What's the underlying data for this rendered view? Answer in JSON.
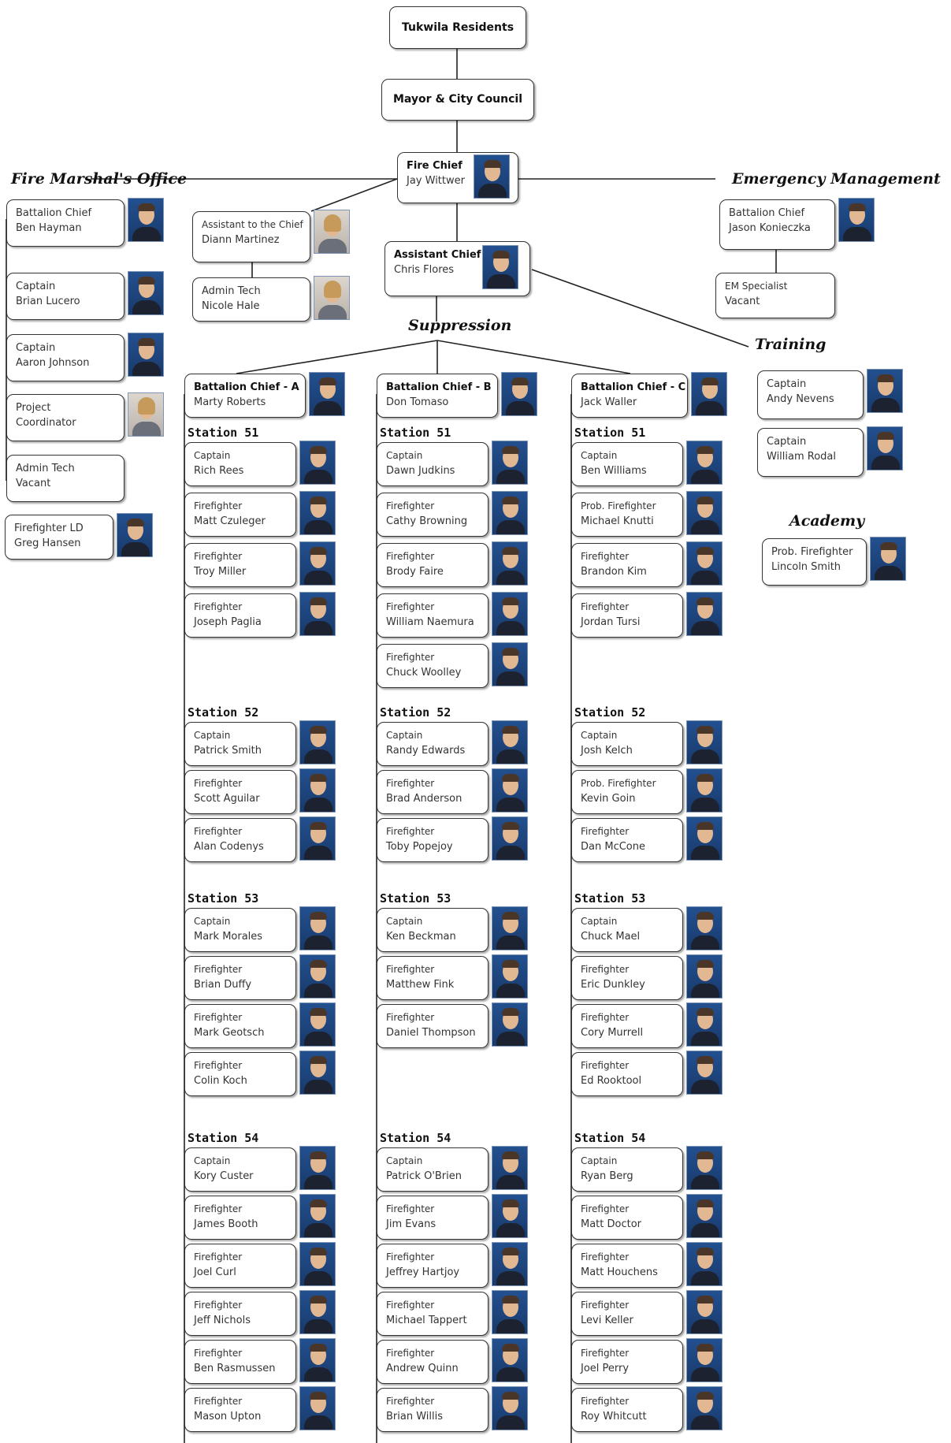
{
  "top": {
    "residents": "Tukwila Residents",
    "council": "Mayor & City Council",
    "chief": {
      "title": "Fire Chief",
      "name": "Jay Wittwer"
    },
    "assistant_to_chief": {
      "title": "Assistant to the Chief",
      "name": "Diann Martinez"
    },
    "admin_tech": {
      "title": "Admin Tech",
      "name": "Nicole Hale"
    },
    "assistant_chief": {
      "title": "Assistant Chief",
      "name": "Chris Flores"
    }
  },
  "sections": {
    "fire_marshal": "Fire Marshal's Office",
    "emergency_management": "Emergency Management",
    "suppression": "Suppression",
    "training": "Training",
    "academy": "Academy"
  },
  "fire_marshal": [
    {
      "title": "Battalion Chief",
      "name": "Ben Hayman"
    },
    {
      "title": "Captain",
      "name": "Brian Lucero"
    },
    {
      "title": "Captain",
      "name": "Aaron Johnson"
    },
    {
      "title": "Project",
      "name": "Coordinator"
    },
    {
      "title": "Admin Tech",
      "name": "Vacant"
    },
    {
      "title": "Firefighter LD",
      "name": "Greg Hansen"
    }
  ],
  "emergency_management": [
    {
      "title": "Battalion Chief",
      "name": "Jason Konieczka"
    },
    {
      "title": "EM Specialist",
      "name": "Vacant"
    }
  ],
  "training": [
    {
      "title": "Captain",
      "name": "Andy Nevens"
    },
    {
      "title": "Captain",
      "name": "William Rodal"
    }
  ],
  "academy": [
    {
      "title": "Prob. Firefighter",
      "name": "Lincoln Smith"
    }
  ],
  "station_labels": [
    "Station 51",
    "Station 52",
    "Station 53",
    "Station 54"
  ],
  "battalions": [
    {
      "chief": {
        "title": "Battalion Chief - A",
        "name": "Marty Roberts"
      },
      "stations": [
        [
          {
            "title": "Captain",
            "name": "Rich Rees"
          },
          {
            "title": "Firefighter",
            "name": "Matt Czuleger"
          },
          {
            "title": "Firefighter",
            "name": "Troy Miller"
          },
          {
            "title": "Firefighter",
            "name": "Joseph Paglia"
          }
        ],
        [
          {
            "title": "Captain",
            "name": "Patrick Smith"
          },
          {
            "title": "Firefighter",
            "name": "Scott Aguilar"
          },
          {
            "title": "Firefighter",
            "name": "Alan Codenys"
          }
        ],
        [
          {
            "title": "Captain",
            "name": "Mark Morales"
          },
          {
            "title": "Firefighter",
            "name": "Brian Duffy"
          },
          {
            "title": "Firefighter",
            "name": "Mark Geotsch"
          },
          {
            "title": "Firefighter",
            "name": "Colin Koch"
          }
        ],
        [
          {
            "title": "Captain",
            "name": "Kory Custer"
          },
          {
            "title": "Firefighter",
            "name": "James Booth"
          },
          {
            "title": "Firefighter",
            "name": "Joel Curl"
          },
          {
            "title": "Firefighter",
            "name": "Jeff Nichols"
          },
          {
            "title": "Firefighter",
            "name": "Ben Rasmussen"
          },
          {
            "title": "Firefighter",
            "name": "Mason Upton"
          }
        ]
      ]
    },
    {
      "chief": {
        "title": "Battalion Chief - B",
        "name": "Don Tomaso"
      },
      "stations": [
        [
          {
            "title": "Captain",
            "name": "Dawn Judkins"
          },
          {
            "title": "Firefighter",
            "name": "Cathy Browning"
          },
          {
            "title": "Firefighter",
            "name": "Brody Faire"
          },
          {
            "title": "Firefighter",
            "name": "William Naemura"
          },
          {
            "title": "Firefighter",
            "name": "Chuck Woolley"
          }
        ],
        [
          {
            "title": "Captain",
            "name": "Randy Edwards"
          },
          {
            "title": "Firefighter",
            "name": "Brad Anderson"
          },
          {
            "title": "Firefighter",
            "name": "Toby Popejoy"
          }
        ],
        [
          {
            "title": "Captain",
            "name": "Ken Beckman"
          },
          {
            "title": "Firefighter",
            "name": "Matthew Fink"
          },
          {
            "title": "Firefighter",
            "name": "Daniel Thompson"
          }
        ],
        [
          {
            "title": "Captain",
            "name": "Patrick O'Brien"
          },
          {
            "title": "Firefighter",
            "name": "Jim Evans"
          },
          {
            "title": "Firefighter",
            "name": "Jeffrey Hartjoy"
          },
          {
            "title": "Firefighter",
            "name": "Michael Tappert"
          },
          {
            "title": "Firefighter",
            "name": "Andrew Quinn"
          },
          {
            "title": "Firefighter",
            "name": "Brian Willis"
          }
        ]
      ]
    },
    {
      "chief": {
        "title": "Battalion Chief - C",
        "name": "Jack Waller"
      },
      "stations": [
        [
          {
            "title": "Captain",
            "name": "Ben Williams"
          },
          {
            "title": "Prob. Firefighter",
            "name": "Michael Knutti"
          },
          {
            "title": "Firefighter",
            "name": "Brandon Kim"
          },
          {
            "title": "Firefighter",
            "name": "Jordan Tursi"
          }
        ],
        [
          {
            "title": "Captain",
            "name": "Josh Kelch"
          },
          {
            "title": "Prob. Firefighter",
            "name": "Kevin Goin"
          },
          {
            "title": "Firefighter",
            "name": "Dan McCone"
          }
        ],
        [
          {
            "title": "Captain",
            "name": "Chuck Mael"
          },
          {
            "title": "Firefighter",
            "name": "Eric Dunkley"
          },
          {
            "title": "Firefighter",
            "name": "Cory Murrell"
          },
          {
            "title": "Firefighter",
            "name": "Ed Rooktool"
          }
        ],
        [
          {
            "title": "Captain",
            "name": "Ryan Berg"
          },
          {
            "title": "Firefighter",
            "name": "Matt Doctor"
          },
          {
            "title": "Firefighter",
            "name": "Matt Houchens"
          },
          {
            "title": "Firefighter",
            "name": "Levi Keller"
          },
          {
            "title": "Firefighter",
            "name": "Joel Perry"
          },
          {
            "title": "Firefighter",
            "name": "Roy Whitcutt"
          }
        ]
      ]
    }
  ]
}
